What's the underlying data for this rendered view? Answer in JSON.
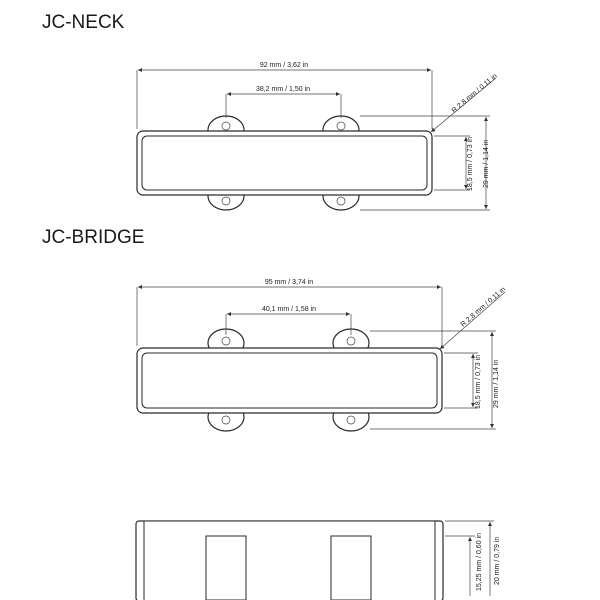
{
  "neck": {
    "title": "JC-NECK",
    "length": "92 mm / 3,62 in",
    "screw_spacing": "38,2 mm / 1,50 in",
    "radius": "R 2,8 mm / 0,11 in",
    "body_width": "18,5 mm / 0,73 in",
    "total_width": "29 mm / 1,14 in"
  },
  "bridge": {
    "title": "JC-BRIDGE",
    "length": "95 mm / 3,74 in",
    "screw_spacing": "40,1 mm / 1,58 in",
    "radius": "R 2,8 mm / 0,11 in",
    "body_width": "18,5 mm / 0,73 in",
    "total_width": "29 mm / 1,14 in"
  },
  "side": {
    "height_inner": "15,25 mm / 0,60 in",
    "height_total": "20 mm / 0,79 in"
  }
}
